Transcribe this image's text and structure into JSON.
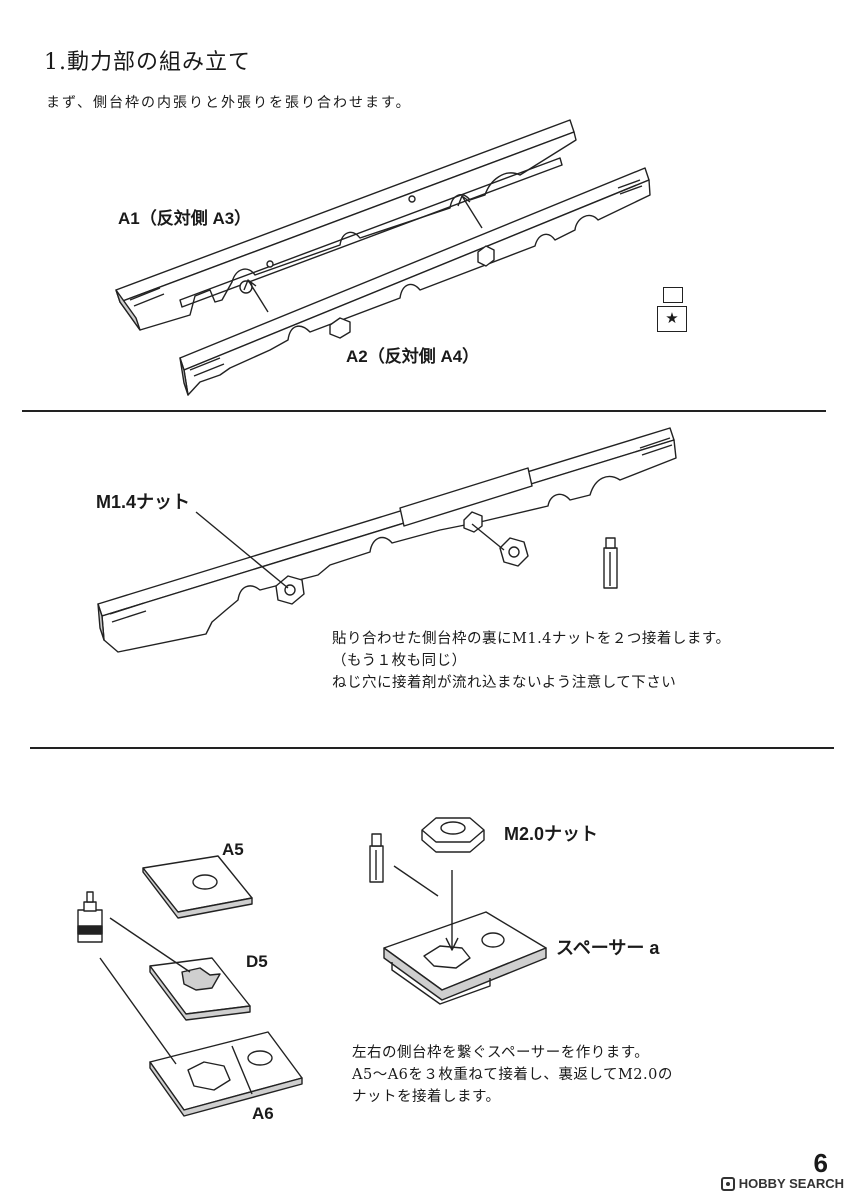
{
  "section": {
    "title": "1.動力部の組み立て",
    "subtitle": "まず、側台枠の内張りと外張りを張り合わせます。"
  },
  "step1": {
    "label_a1": "A1（反対側 A3）",
    "label_a2": "A2（反対側 A4）"
  },
  "step2": {
    "label_nut": "M1.4ナット",
    "note_lines": [
      "貼り合わせた側台枠の裏にM1.4ナットを２つ接着します。",
      "（もう１枚も同じ）",
      "ねじ穴に接着剤が流れ込まないよう注意して下さい"
    ]
  },
  "step3": {
    "label_a5": "A5",
    "label_d5": "D5",
    "label_a6": "A6",
    "label_nut": "M2.0ナット",
    "label_spacer": "スペーサー a",
    "note_lines": [
      "左右の側台枠を繋ぐスペーサーを作ります。",
      "A5～A6を３枚重ねて接着し、裏返してM2.0の",
      "ナットを接着します。"
    ]
  },
  "icons": {
    "star": "★"
  },
  "footer": {
    "page_number": "6",
    "watermark": "HOBBY SEARCH"
  }
}
